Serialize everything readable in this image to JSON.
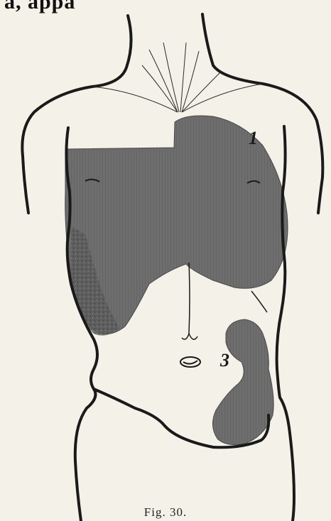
{
  "header": {
    "fragment": "a, appa"
  },
  "figure": {
    "caption": "Fig. 30.",
    "labels": {
      "one": "1",
      "three": "3"
    }
  },
  "colors": {
    "ink": "#1a1a1a",
    "shading": "#6b6b6b",
    "paper": "#f4f1e9"
  }
}
